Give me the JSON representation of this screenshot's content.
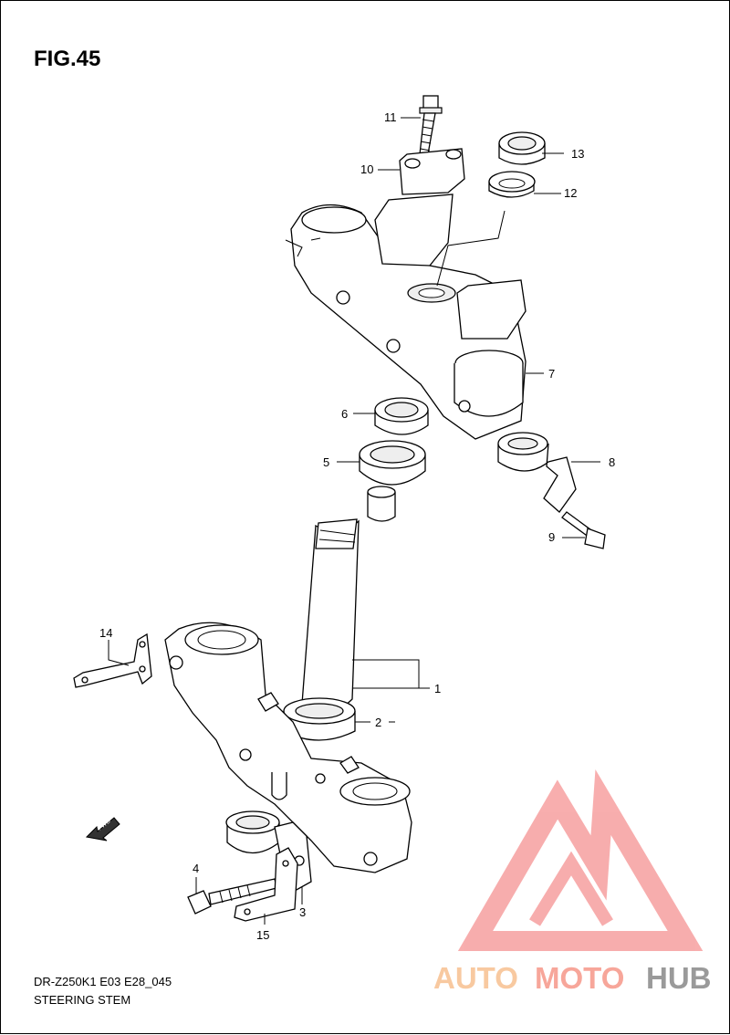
{
  "figure": {
    "title": "FIG.45",
    "model_code": "DR-Z250K1 E03 E28_045",
    "section_name": "STEERING STEM"
  },
  "callouts": [
    "1",
    "2",
    "3",
    "4",
    "5",
    "6",
    "7",
    "8",
    "9",
    "10",
    "11",
    "12",
    "13",
    "14",
    "15"
  ],
  "fwd_label": "FWD",
  "watermark": {
    "part1": "AUTO",
    "part2": "MOTO",
    "part3": "HUB",
    "color1": "#f8c9a0",
    "color2": "#f7a69a",
    "color3": "#9a9a9a",
    "logo_color": "#f26b6b"
  }
}
